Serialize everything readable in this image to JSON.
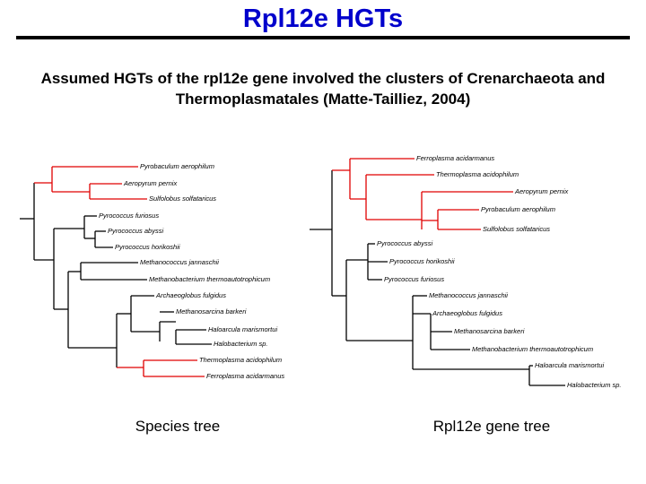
{
  "title": "Rpl12e HGTs",
  "subtitle": "Assumed HGTs of the rpl12e gene involved the clusters of Crenarchaeota and Thermoplasmatales (Matte-Tailliez, 2004)",
  "colors": {
    "title": "#0000cc",
    "hgt_branch": "#e00000",
    "branch": "#000000"
  },
  "species_tree": {
    "caption": "Species tree",
    "taxa": [
      "Pyrobaculum aerophilum",
      "Aeropyrum pernix",
      "Sulfolobus solfataricus",
      "Pyrococcus furiosus",
      "Pyrococcus abyssi",
      "Pyrococcus horikoshii",
      "Methanococcus jannaschii",
      "Methanobacterium thermoautotrophicum",
      "Archaeoglobus fulgidus",
      "Methanosarcina barkeri",
      "Haloarcula marismortui",
      "Halobacterium sp.",
      "Thermoplasma acidophilum",
      "Ferroplasma acidarmanus"
    ]
  },
  "gene_tree": {
    "caption": "Rpl12e gene tree",
    "taxa": [
      "Ferroplasma acidarmanus",
      "Thermoplasma acidophilum",
      "Aeropyrum pernix",
      "Pyrobaculum aerophilum",
      "Sulfolobus solfataricus",
      "Pyrococcus abyssi",
      "Pyrococcus horikoshii",
      "Pyrococcus furiosus",
      "Methanococcus jannaschii",
      "Archaeoglobus fulgidus",
      "Methanosarcina barkeri",
      "Methanobacterium thermoautotrophicum",
      "Haloarcula marismortui",
      "Halobacterium sp."
    ]
  }
}
